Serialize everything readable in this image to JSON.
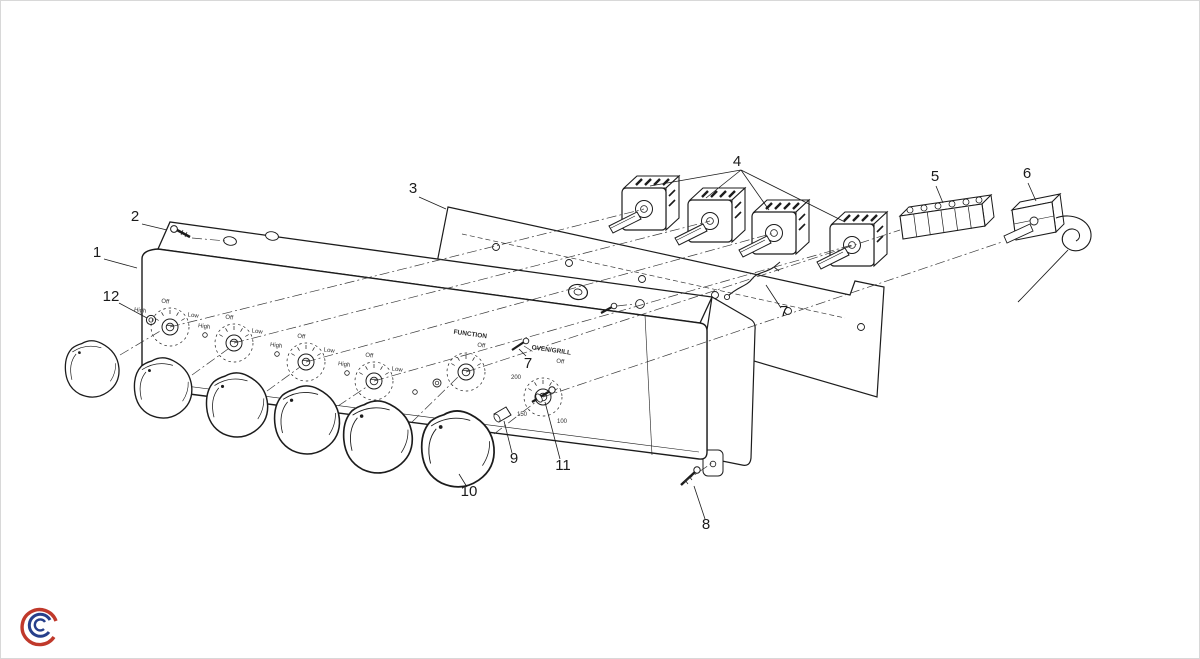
{
  "figure": {
    "kind": "exploded-parts-diagram",
    "subject": "cooker control panel assembly",
    "background": "#ffffff",
    "line_color": "#1c1c1c"
  },
  "callouts": {
    "part1": "1",
    "part2": "2",
    "part3": "3",
    "part4": "4",
    "part5": "5",
    "part6": "6",
    "part7_wire": "7",
    "part7_screw": "7",
    "part8": "8",
    "part9": "9",
    "part10": "10",
    "part11": "11",
    "part12": "12"
  },
  "panel_text": {
    "high": "High",
    "off": "Off",
    "low": "Low",
    "function": "FUNCTION",
    "oven_grill": "OVEN/GRILL",
    "temp_200": "200",
    "temp_150": "150",
    "temp_100": "100"
  },
  "watermark": {
    "ring_color": "#c0392b",
    "swirl_color": "#27408b"
  }
}
